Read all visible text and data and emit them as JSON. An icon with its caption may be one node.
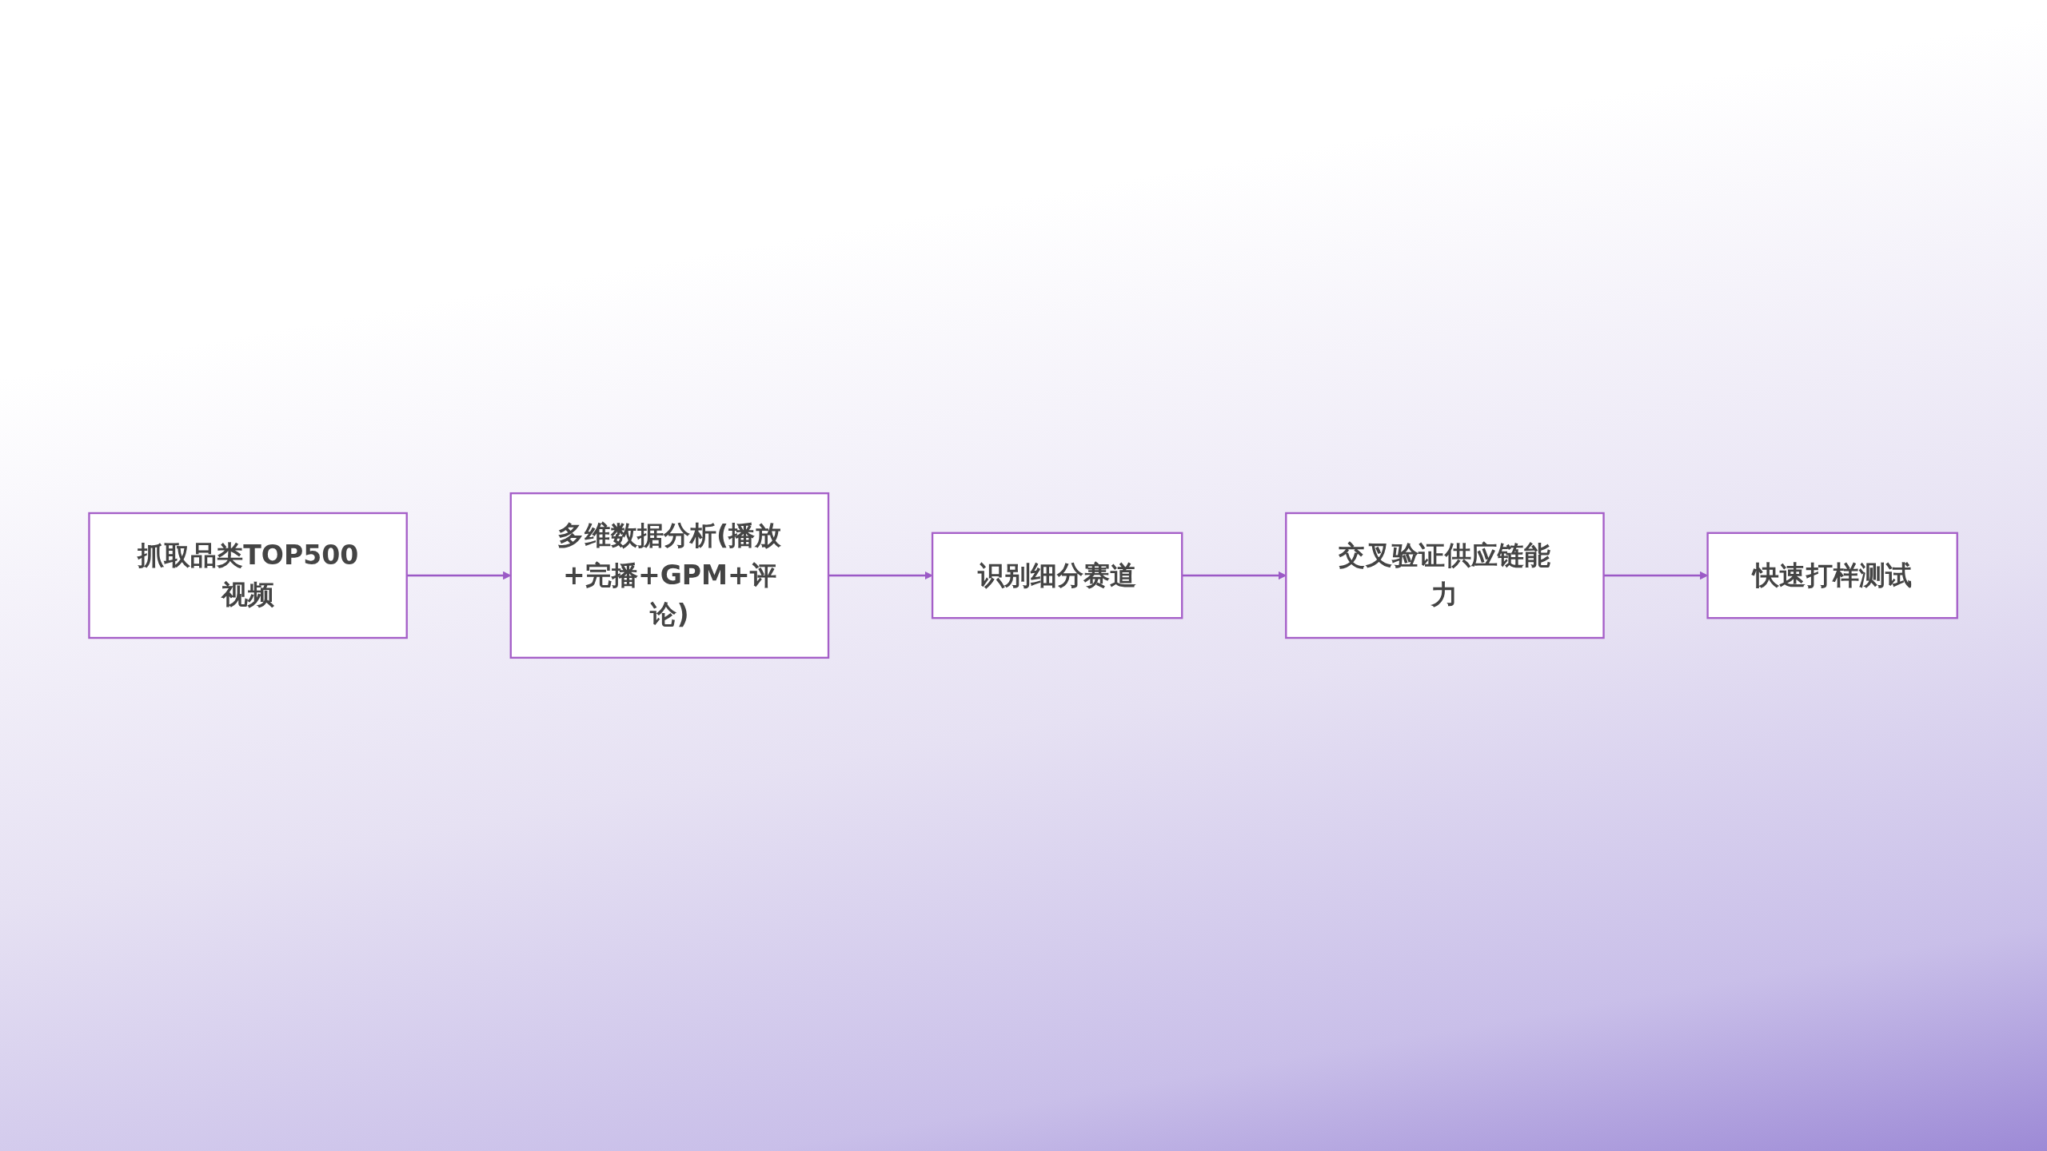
{
  "diagram": {
    "nodes": [
      {
        "text": [
          "抓取品类TOP500视频"
        ]
      },
      {
        "text": [
          "多维数据分析(播放+完播+GPM+评论)"
        ]
      },
      {
        "text": [
          "识别细分赛道"
        ]
      },
      {
        "text": [
          "交叉验证供应链能力"
        ]
      },
      {
        "text": [
          "快速打样测试"
        ]
      }
    ],
    "edges": [
      {
        "from": 0,
        "to": 1,
        "arrow": "to"
      },
      {
        "from": 1,
        "to": 2,
        "arrow": "to"
      },
      {
        "from": 2,
        "to": 3,
        "arrow": "to"
      },
      {
        "from": 3,
        "to": 4,
        "arrow": "to"
      }
    ]
  }
}
